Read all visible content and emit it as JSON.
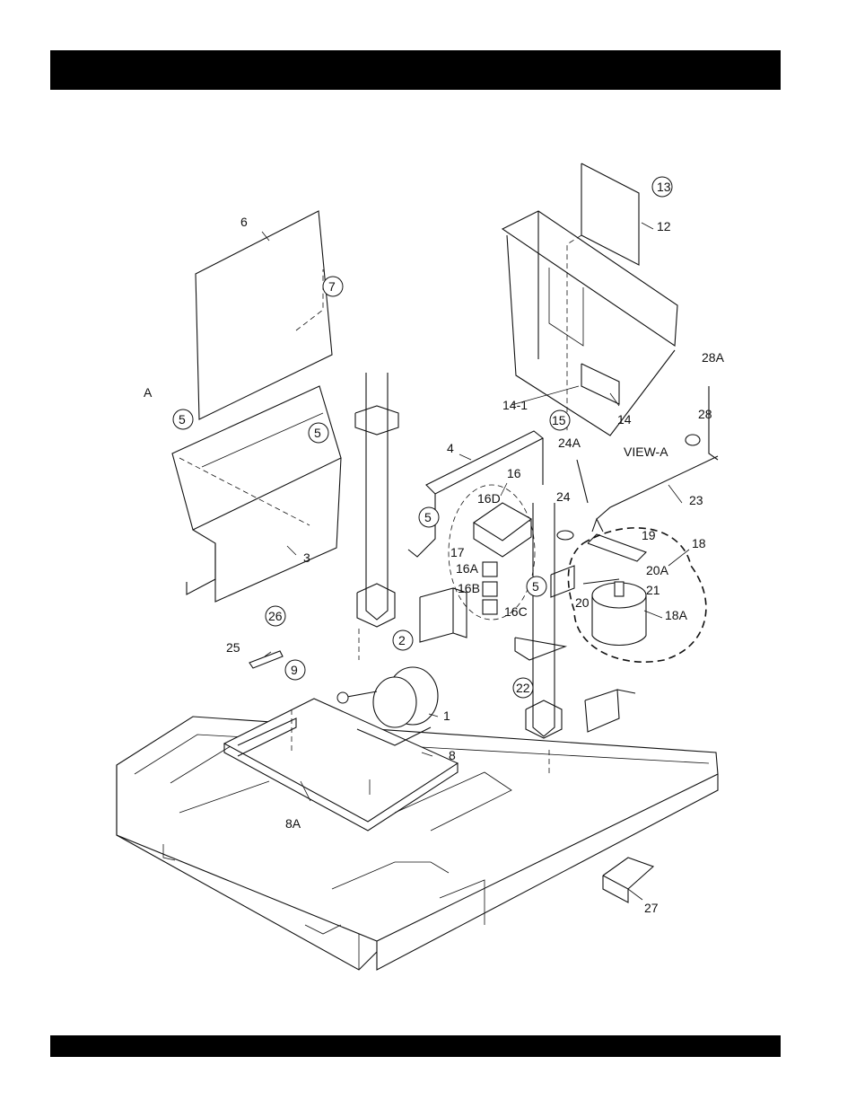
{
  "header_bar": "",
  "footer_bar": "",
  "view_label": "VIEW-A",
  "view_marker": "A",
  "callouts": {
    "c1": "1",
    "c2": "2",
    "c3": "3",
    "c4": "4",
    "c5a": "5",
    "c5b": "5",
    "c5c": "5",
    "c5d": "5",
    "c6": "6",
    "c7": "7",
    "c8": "8",
    "c8a": "8A",
    "c9": "9",
    "c12": "12",
    "c13": "13",
    "c14": "14",
    "c14_1": "14-1",
    "c15": "15",
    "c16": "16",
    "c16a": "16A",
    "c16b": "16B",
    "c16c": "16C",
    "c16d": "16D",
    "c17": "17",
    "c18": "18",
    "c18a": "18A",
    "c19": "19",
    "c20": "20",
    "c20a": "20A",
    "c21": "21",
    "c22": "22",
    "c23": "23",
    "c24": "24",
    "c24a": "24A",
    "c25": "25",
    "c26": "26",
    "c27": "27",
    "c28": "28",
    "c28a": "28A"
  }
}
